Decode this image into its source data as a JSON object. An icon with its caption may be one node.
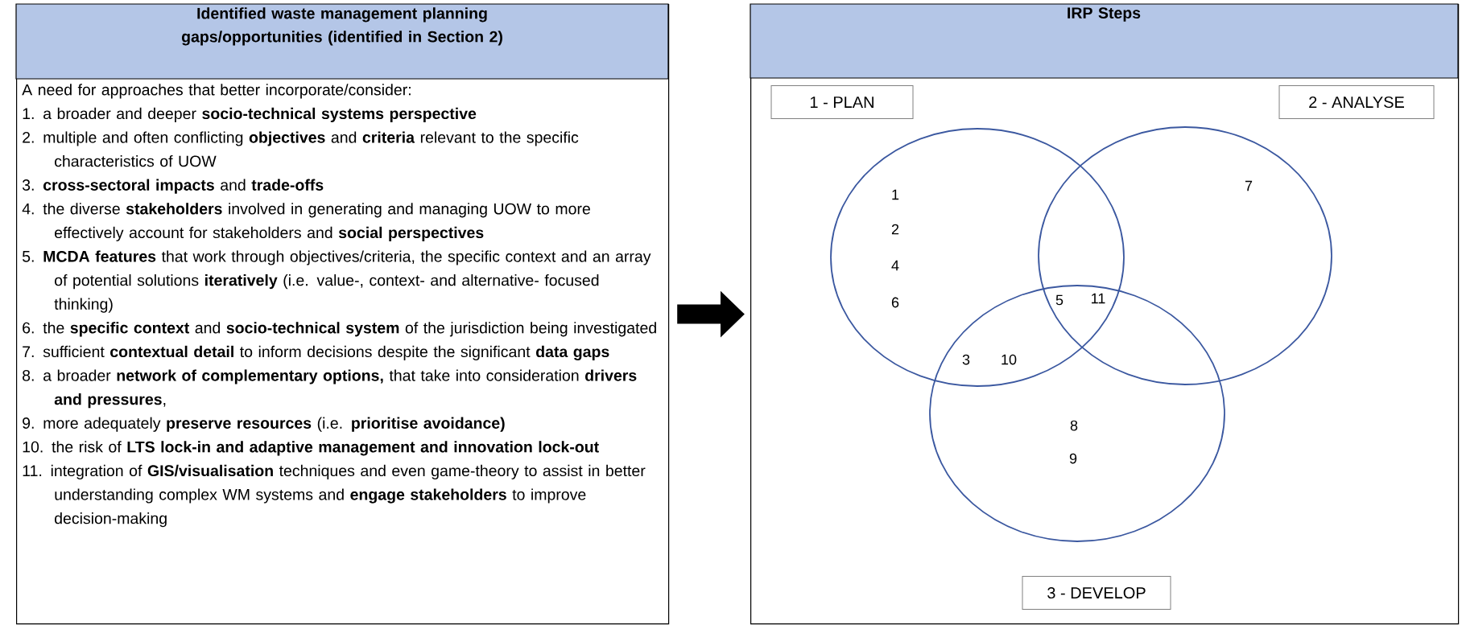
{
  "diagram": {
    "nodes": [
      {
        "text": [
          "Identified waste management planning gaps/opportunities (identified in Section 2)",
          "A need for approaches that better incorporate/consider:",
          "1. a broader and deeper **socio-technical systems perspective**",
          "2. multiple and often conflicting **objectives** and **criteria** relevant to the specific characteristics of UOW",
          "3. **cross-sectoral impacts** and **trade-offs**",
          "4. the diverse **stakeholders** involved in generating and managing UOW to more effectively account for stakeholders and **social perspectives**",
          "5. **MCDA features** that work through objectives/criteria, the specific context and an array of potential solutions **iteratively** (i.e. value-, context- and alternative- focused thinking)",
          "6. the **specific context** and **socio-technical system** of the jurisdiction being investigated",
          "7. sufficient **contextual detail** to inform decisions despite the significant **data gaps**",
          "8. a broader **network of complementary options,** that take into consideration **drivers and pressures**,",
          "9. more adequately **preserve resources** (i.e. **prioritise avoidance)**",
          "10. the risk of **LTS lock-in and adaptive management and innovation lock-out**",
          "11. integration of **GIS/visualisation** techniques and even game-theory to assist in better understanding complex WM systems and **engage stakeholders** to improve decision-making"
        ]
      },
      {
        "text": [
          "IRP Steps"
        ]
      },
      {
        "text": [
          "1 - PLAN"
        ],
        "in": 1
      },
      {
        "text": [
          "2 - ANALYSE"
        ],
        "in": 1
      },
      {
        "text": [
          "3 - DEVELOP"
        ],
        "in": 1
      },
      {
        "text": [
          "1",
          "2",
          "4",
          "6"
        ],
        "in": 1
      },
      {
        "text": [
          "7"
        ],
        "in": 1
      },
      {
        "text": [
          "8",
          "9"
        ],
        "in": 1
      }
    ],
    "edges": [
      {
        "from": 0,
        "to": 1,
        "arrow": "to"
      }
    ],
    "labels": [
      "5",
      "11",
      "3",
      "10"
    ]
  }
}
